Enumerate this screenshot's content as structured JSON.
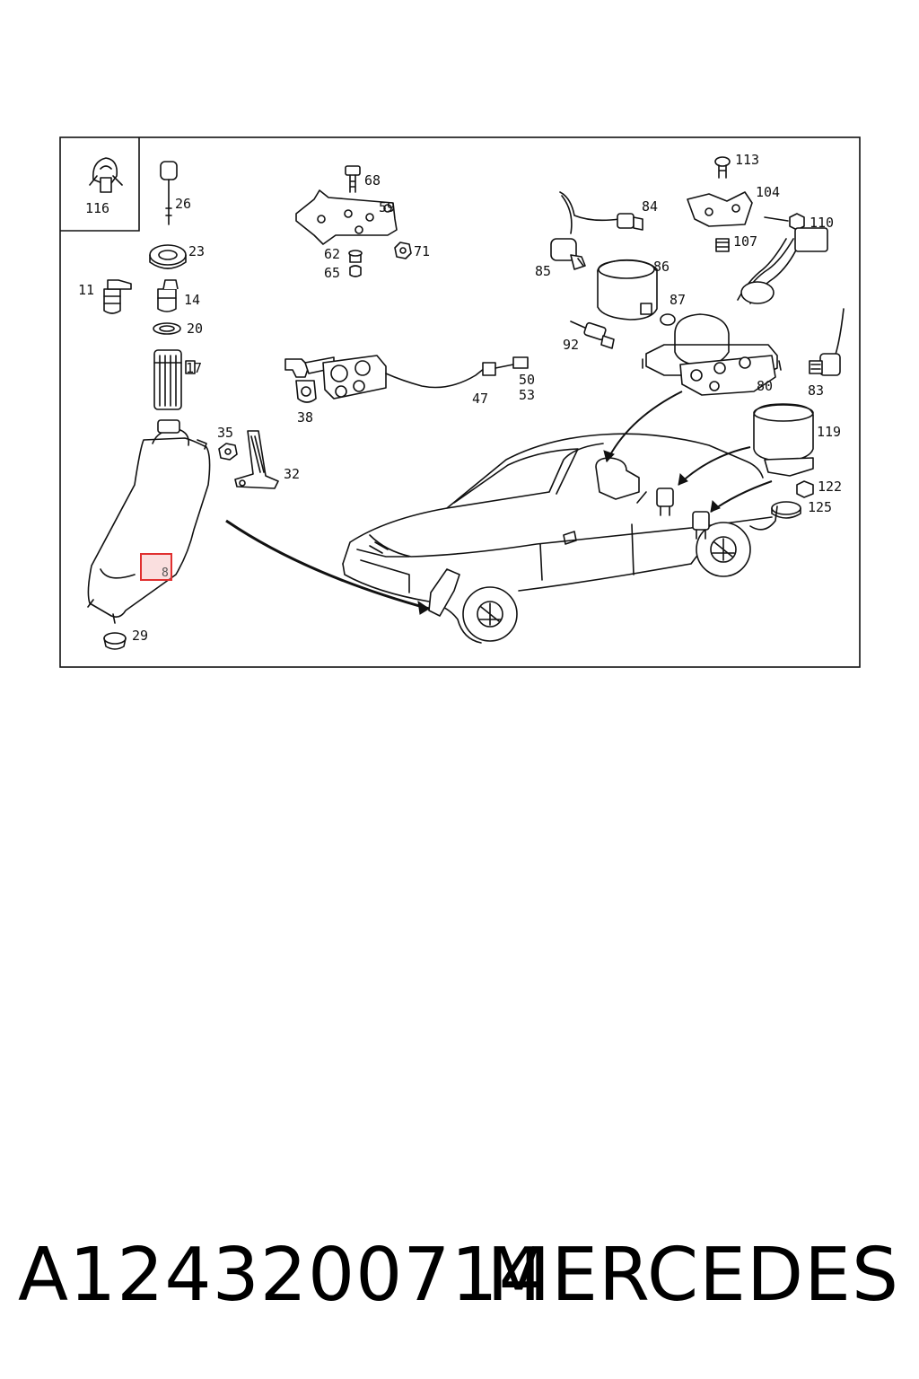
{
  "caption": {
    "part_number": "A1243200714",
    "brand": "MERCEDES"
  },
  "highlight": {
    "label": "8",
    "color": "#e03030"
  },
  "callouts": {
    "c116": "116",
    "c26": "26",
    "c23": "23",
    "c11": "11",
    "c14": "14",
    "c20": "20",
    "c17": "17",
    "c35": "35",
    "c32": "32",
    "c29": "29",
    "c68": "68",
    "c59": "59",
    "c62": "62",
    "c65": "65",
    "c71": "71",
    "c38": "38",
    "c47": "47",
    "c50": "50",
    "c53": "53",
    "c84": "84",
    "c85": "85",
    "c86": "86",
    "c87": "87",
    "c92": "92",
    "c113": "113",
    "c104": "104",
    "c110": "110",
    "c107": "107",
    "c80": "80",
    "c83": "83",
    "c119": "119",
    "c122": "122",
    "c125": "125"
  }
}
